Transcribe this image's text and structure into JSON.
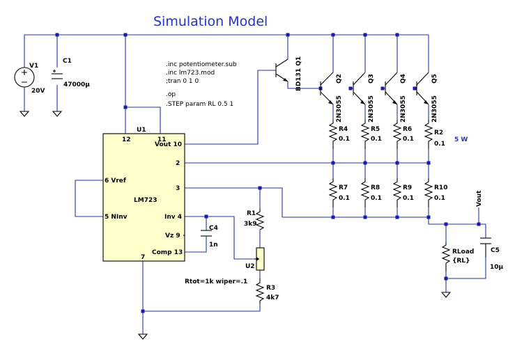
{
  "title": "Simulation Model",
  "directives": [
    ".inc potentiometer.sub",
    ".inc lm723.mod",
    ";tran 0 1 0",
    ".op",
    ".STEP param RL 0.5 1"
  ],
  "colors": {
    "wire": "#2233aa",
    "title": "#2233cc",
    "ic_fill": "#ffffcc",
    "junction": "#1a1aaa"
  },
  "components": {
    "v1": {
      "name": "V1",
      "value": "20V"
    },
    "c1": {
      "name": "C1",
      "value": "47000µ"
    },
    "u1": {
      "name": "U1",
      "part": "LM723",
      "pins": {
        "p12": "12",
        "p11": "11",
        "vout": "Vout 10",
        "p2": "2",
        "p3": "3",
        "vref": "6 Vref",
        "ninv": "5 NInv",
        "inv": "Inv 4",
        "vz": "Vz 9",
        "comp": "Comp 13",
        "p7": "7"
      }
    },
    "q1": {
      "name": "BD131 Q1"
    },
    "q2": {
      "name": "2N3055 Q2"
    },
    "q3": {
      "name": "2N3055 Q3"
    },
    "q4": {
      "name": "2N3055 Q4"
    },
    "q5": {
      "name": "2N3055 Q5"
    },
    "r4": {
      "name": "R4",
      "value": "0.1"
    },
    "r5": {
      "name": "R5",
      "value": "0.1"
    },
    "r6": {
      "name": "R6",
      "value": "0.1"
    },
    "r2": {
      "name": "R2",
      "value": "0.1"
    },
    "r7": {
      "name": "R7",
      "value": "0.1"
    },
    "r8": {
      "name": "R8",
      "value": "0.1"
    },
    "r9": {
      "name": "R9",
      "value": "0.1"
    },
    "r10": {
      "name": "R10",
      "value": "0.1"
    },
    "r1": {
      "name": "R1",
      "value": "3k9"
    },
    "r3": {
      "name": "R3",
      "value": "4k7"
    },
    "u2": {
      "name": "U2",
      "params": "Rtot=1k wiper=.1"
    },
    "c4": {
      "name": "C4",
      "value": "1n"
    },
    "c5": {
      "name": "C5",
      "value": "10µ"
    },
    "rload": {
      "name": "RLoad",
      "value": "{RL}"
    }
  },
  "power_note": "5 W",
  "net_labels": {
    "vout": "Vout"
  }
}
